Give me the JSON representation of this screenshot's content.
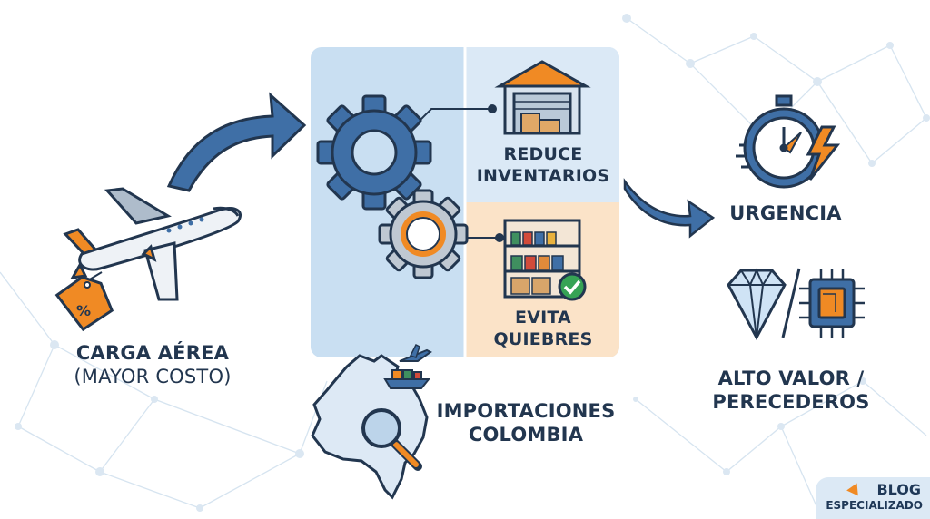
{
  "labels": {
    "carga_line1": "CARGA AÉREA",
    "carga_line2": "(MAYOR COSTO)",
    "reduce_line1": "REDUCE",
    "reduce_line2": "INVENTARIOS",
    "evita_line1": "EVITA",
    "evita_line2": "QUIEBRES",
    "import_line1": "IMPORTACIONES",
    "import_line2": "COLOMBIA",
    "urgencia": "URGENCIA",
    "alto_line1": "ALTO VALOR /",
    "alto_line2": "PERECEDEROS"
  },
  "badge": {
    "line1": "BLOG",
    "line2": "ESPECIALIZADO"
  },
  "colors": {
    "navy": "#22364f",
    "blue": "#3f6fa6",
    "light_blue": "#c9dff2",
    "orange": "#f08a24",
    "peach": "#fbe3c8"
  },
  "icons": [
    "airplane-icon",
    "price-tag-icon",
    "gear-icon",
    "warehouse-icon",
    "shelf-icon",
    "check-icon",
    "colombia-map-icon",
    "magnifier-icon",
    "ship-icon",
    "stopwatch-icon",
    "lightning-icon",
    "diamond-icon",
    "microchip-icon",
    "curved-arrow-icon"
  ]
}
